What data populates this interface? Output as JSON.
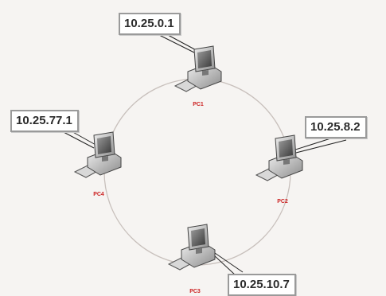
{
  "nodes": [
    {
      "ip": "10.25.0.1",
      "pc": "PC1"
    },
    {
      "ip": "10.25.8.2",
      "pc": "PC2"
    },
    {
      "ip": "10.25.10.7",
      "pc": "PC3"
    },
    {
      "ip": "10.25.77.1",
      "pc": "PC4"
    }
  ],
  "colors": {
    "ring": "#c8c0bc",
    "pc_label": "#cc2222",
    "box_border": "#9a9a9a"
  },
  "icons": {
    "computer": "desktop-computer-icon"
  }
}
